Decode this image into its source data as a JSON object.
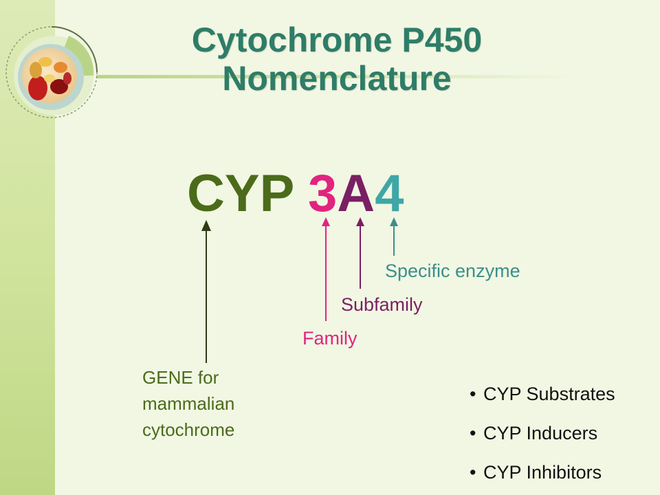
{
  "slide": {
    "title_line1": "Cytochrome P450",
    "title_line2": "Nomenclature"
  },
  "code": {
    "prefix": "CYP ",
    "family": "3",
    "subfamily": "A",
    "enzyme": "4"
  },
  "labels": {
    "enzyme": "Specific enzyme",
    "subfamily": "Subfamily",
    "family": "Family",
    "gene_line1": "GENE for",
    "gene_line2": "mammalian",
    "gene_line3": "cytochrome"
  },
  "bullets": [
    "CYP Substrates",
    "CYP Inducers",
    "CYP Inhibitors"
  ],
  "colors": {
    "title": "#2e7d68",
    "prefix": "#4b6b1a",
    "family": "#e2237f",
    "subfamily": "#7a1f63",
    "enzyme": "#3fa7a6"
  }
}
